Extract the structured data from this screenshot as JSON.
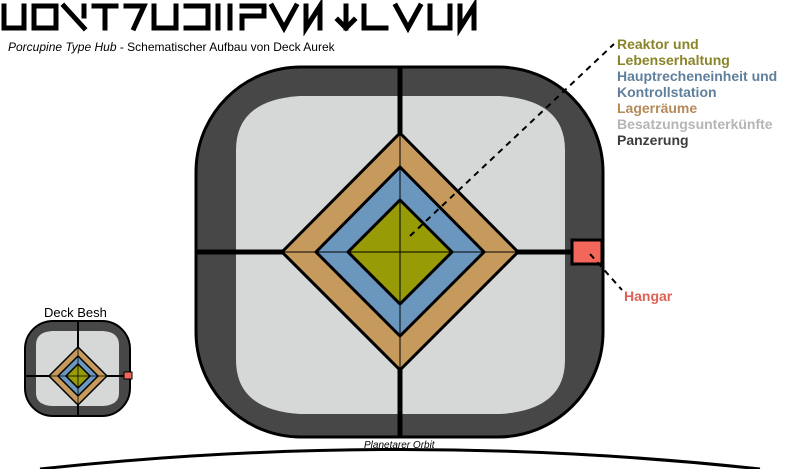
{
  "header": {
    "title_glyphs": "Aurebesh title (glyph lettering)",
    "subtitle_italic": "Porcupine Type Hub",
    "subtitle_rest": " - Schematischer Aufbau von Deck Aurek"
  },
  "legend": {
    "items": [
      {
        "label": "Reaktor und",
        "color": "#8a8428"
      },
      {
        "label": "Lebenserhaltung",
        "color": "#8a8428"
      },
      {
        "label": "Hauptrecheneinheit und",
        "color": "#5f7f9c"
      },
      {
        "label": "Kontrollstation",
        "color": "#5f7f9c"
      },
      {
        "label": "Lagerräume",
        "color": "#b48a5a"
      },
      {
        "label": "Besatzungsunterkünfte",
        "color": "#b5b5b5"
      },
      {
        "label": "Panzerung",
        "color": "#3c3c3c"
      }
    ]
  },
  "hangar": {
    "label": "Hangar",
    "color": "#f2675a"
  },
  "deck_besh": {
    "label": "Deck Besh"
  },
  "orbit": {
    "label": "Planetarer Orbit"
  },
  "colors": {
    "armor": "#474747",
    "crew": "#d6d8d8",
    "storage": "#c69a5d",
    "computer": "#6b97bf",
    "reactor": "#979b05",
    "hangar": "#f2675a"
  }
}
